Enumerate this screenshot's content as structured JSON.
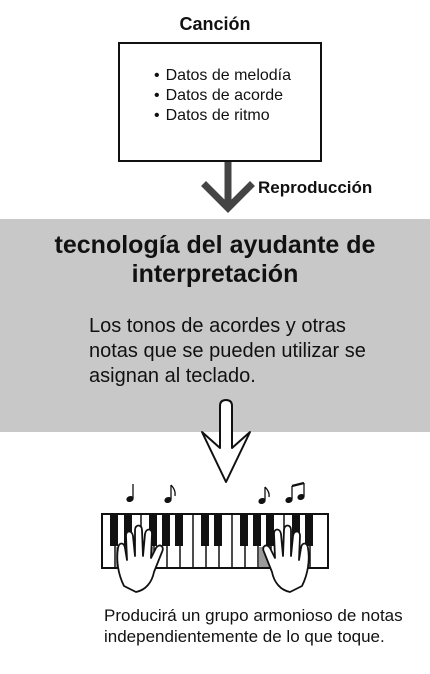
{
  "song": {
    "title": "Canción",
    "items": [
      "Datos de melodía",
      "Datos de acorde",
      "Datos de ritmo"
    ]
  },
  "arrow_label": "Reproducción",
  "technology": {
    "heading_line1": "tecnología del ayudante de",
    "heading_line2": "interpretación",
    "description": "Los tonos de acordes y otras notas que se pueden utilizar se asignan al teclado."
  },
  "result_text": "Producirá un grupo armonioso de notas independientemente de lo que toque.",
  "icons": {
    "down_arrow_solid": "arrow-down-solid-icon",
    "down_arrow_outline": "arrow-down-outline-icon",
    "keyboard": "piano-keyboard-icon",
    "hands": "hands-icon",
    "notes": "music-notes-icon"
  },
  "colors": {
    "panel": "#c8c8c8",
    "arrow": "#444444",
    "ink": "#111111"
  }
}
